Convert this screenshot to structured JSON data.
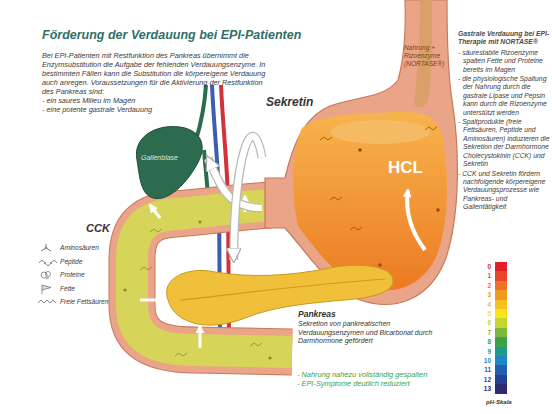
{
  "diagram": {
    "title": "Förderung der Verdauung bei EPI-Patienten",
    "nodes": [
      {
        "text": [
          "Nahrung + Rizoenzyme (NORTASE®)",
          "HCL"
        ]
      },
      {
        "text": [
          "Gallenblase"
        ]
      },
      {
        "text": [
          "Pankreas",
          "Sekretion von pankreatischen Verdauungsenzymen und Bicarbonat durch Darmhormone gefördert"
        ]
      }
    ],
    "edges": [
      {
        "from": 0,
        "to": 1,
        "label": "CCK",
        "arrow": "to"
      },
      {
        "from": 0,
        "to": 2,
        "label": "Sekretin",
        "arrow": "to"
      }
    ],
    "labels": [
      "Bei EPI-Patienten mit Restfunktion des Pankreas übernimmt die Enzymsubstitution die Aufgabe der fehlenden Verdauungsenzyme. In bestimmten Fällen kann die Substitution die körpereigene Verdauung auch anregen. Voraussetzungen für die Aktivierung der Restfunktion des Pankreas sind:",
      "- ein saures Milieu im Magen",
      "- eine potente gastrale Verdauung",
      "Gastrale Verdauung bei EPI-Therapie mit NORTASE®",
      "- säurestabile Rizoenzyme spalten Fette und Proteine bereits im Magen",
      "- die physiologische Spaltung der Nahrung durch die gastrale Lipase und Pepsin kann durch die Rizoenzyme unterstützt werden",
      "- Spaltprodukte (freie Fettsäuren, Peptide und Aminosäuren) induzieren die Sekretion der Darmhormone Cholecystokinin (CCK) und Sekretin",
      "- CCK und Sekretin fördern nachfolgende körpereigene Verdauungsprozesse wie Pankreas- und Gallentätigkeit",
      "- Nahrung nahezu vollständig gespalten",
      "- EPI-Symptome deutlich reduziert",
      "pH-Skala"
    ],
    "legend": [
      {
        "text": "Aminosäuren"
      },
      {
        "text": "Peptide"
      },
      {
        "text": "Proteine"
      },
      {
        "text": "Fette"
      },
      {
        "text": "Freie Fettsäuren"
      },
      {
        "text": "0",
        "color": "#e3202a"
      },
      {
        "text": "1",
        "color": "#e8432b"
      },
      {
        "text": "2",
        "color": "#ee7226"
      },
      {
        "text": "3",
        "color": "#f3981f"
      },
      {
        "text": "4",
        "color": "#f7c11b"
      },
      {
        "text": "5",
        "color": "#fbe31a"
      },
      {
        "text": "6",
        "color": "#c5d62b"
      },
      {
        "text": "7",
        "color": "#7cb83e"
      },
      {
        "text": "8",
        "color": "#3ea24b"
      },
      {
        "text": "9",
        "color": "#1c9a8b"
      },
      {
        "text": "10",
        "color": "#1f86c6"
      },
      {
        "text": "11",
        "color": "#2160ae"
      },
      {
        "text": "12",
        "color": "#253f92"
      },
      {
        "text": "13",
        "color": "#2b2b6e"
      }
    ]
  }
}
